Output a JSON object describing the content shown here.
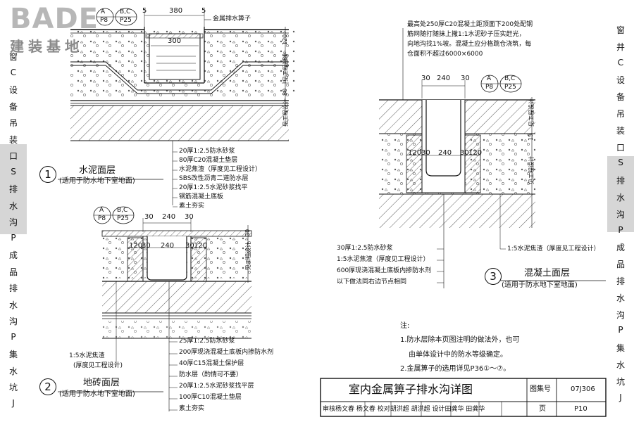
{
  "logo": {
    "brand": "BADE",
    "subtitle": "建装基地"
  },
  "side_left": {
    "chars": [
      "窗",
      "C",
      "设",
      "备",
      "吊",
      "装",
      "口",
      "S",
      "排",
      "水",
      "沟",
      "P",
      "成",
      "品",
      "排",
      "水",
      "沟",
      "P",
      "集",
      "水",
      "坑",
      "J"
    ]
  },
  "side_right": {
    "chars": [
      "窗",
      "井",
      "C",
      "设",
      "备",
      "吊",
      "装",
      "口",
      "S",
      "排",
      "水",
      "沟",
      "P",
      "成",
      "品",
      "排",
      "水",
      "沟",
      "P",
      "集",
      "水",
      "坑",
      "J"
    ]
  },
  "detail1": {
    "number": "1",
    "title": "水泥面层",
    "subtitle": "(适用于防水地下室地面)",
    "badge_a": "A",
    "badge_a2": "P8",
    "badge_bc": "B,C",
    "badge_bc2": "P25",
    "dim_top_1": "5",
    "dim_top_2": "380",
    "dim_top_3": "5",
    "dim_inner": "300",
    "grate_label": "金属排水箅子",
    "dim_right_1": "120",
    "dim_right_2": "80",
    "dim_right_3": "见工程设计",
    "dim_right_4": "80",
    "dim_right_5": "见工程设计",
    "layers": [
      "20厚1:2.5防水砂浆",
      "80厚C20混凝土垫层",
      "水泥焦渣（厚度见工程设计）",
      "SBS改性沥青二道防水层",
      "20厚1:2.5水泥砂浆找平",
      "钢筋混凝土底板",
      "素土夯实"
    ]
  },
  "detail2": {
    "number": "2",
    "title": "地砖面层",
    "subtitle": "(适用于防水地下室地面)",
    "badge_a": "A",
    "badge_a2": "P8",
    "badge_bc": "B,C",
    "badge_bc2": "P25",
    "dim_top_1": "30",
    "dim_top_2": "240",
    "dim_top_3": "30",
    "dim_mid_1": "120",
    "dim_mid_2": "30",
    "dim_mid_3": "240",
    "dim_mid_4": "30",
    "dim_mid_5": "120",
    "dim_right_1": "30",
    "dim_right_2": "见工程设计",
    "left_note_1": "1:5水泥焦渣",
    "left_note_2": "(厚度见工程设计)",
    "layers": [
      "25厚1:2.5防水砂浆",
      "200厚现浇混凝土底板内掺防水剂",
      "40厚C15混凝土保护层",
      "防水层（酌情可不要）",
      "20厚1:2.5水泥砂浆找平层",
      "100厚C10混凝土垫层",
      "素土夯实"
    ]
  },
  "detail3": {
    "number": "3",
    "title": "混凝土面层",
    "subtitle": "(适用于防水地下室地面)",
    "badge_a": "A",
    "badge_a2": "P8",
    "badge_bc": "B,C",
    "badge_bc2": "P25",
    "top_note": [
      "最高处250厚C20混凝土距顶面下200处配钢",
      "筋网随打随抹上撒1:1水泥砂子压实赶光，",
      "向地沟找1%坡。混凝土应分格跳仓浇筑，每",
      "仓面积不超过6000×6000"
    ],
    "dim_top_1": "30",
    "dim_top_2": "240",
    "dim_top_3": "30",
    "dim_mid_1": "120",
    "dim_mid_2": "30",
    "dim_mid_3": "240",
    "dim_mid_4": "30",
    "dim_mid_5": "120",
    "dim_right_1": "见工程设计",
    "dim_right_2": "15",
    "dim_right_3": "见工程设计",
    "right_note": "1:5水泥焦渣（厚度见工程设计）",
    "layers": [
      "30厚1:2.5防水砂浆",
      "1:5水泥焦渣（厚度见工程设计）",
      "600厚现浇混凝土底板内掺防水剂",
      "以下做法同右边节点相同"
    ]
  },
  "notes": {
    "heading": "注:",
    "line1": "1.防水层除本页图注明的做法外，也可",
    "line2": "由单体设计中的防水等级确定。",
    "line3": "2.金属箅子的选用详见P36①～⑦。"
  },
  "title_block": {
    "title": "室内金属箅子排水沟详图",
    "atlas_label": "图集号",
    "atlas_no": "07J306",
    "row2": "审核杨文春  杨文春 校对胡洪超  胡洪超 设计田龚华  田龚华",
    "page_label": "页",
    "page_no": "P10"
  },
  "colors": {
    "line": "#111111",
    "hatch": "#333333",
    "side_highlight": "#d6d6d6",
    "logo": "#b7b7b7"
  }
}
